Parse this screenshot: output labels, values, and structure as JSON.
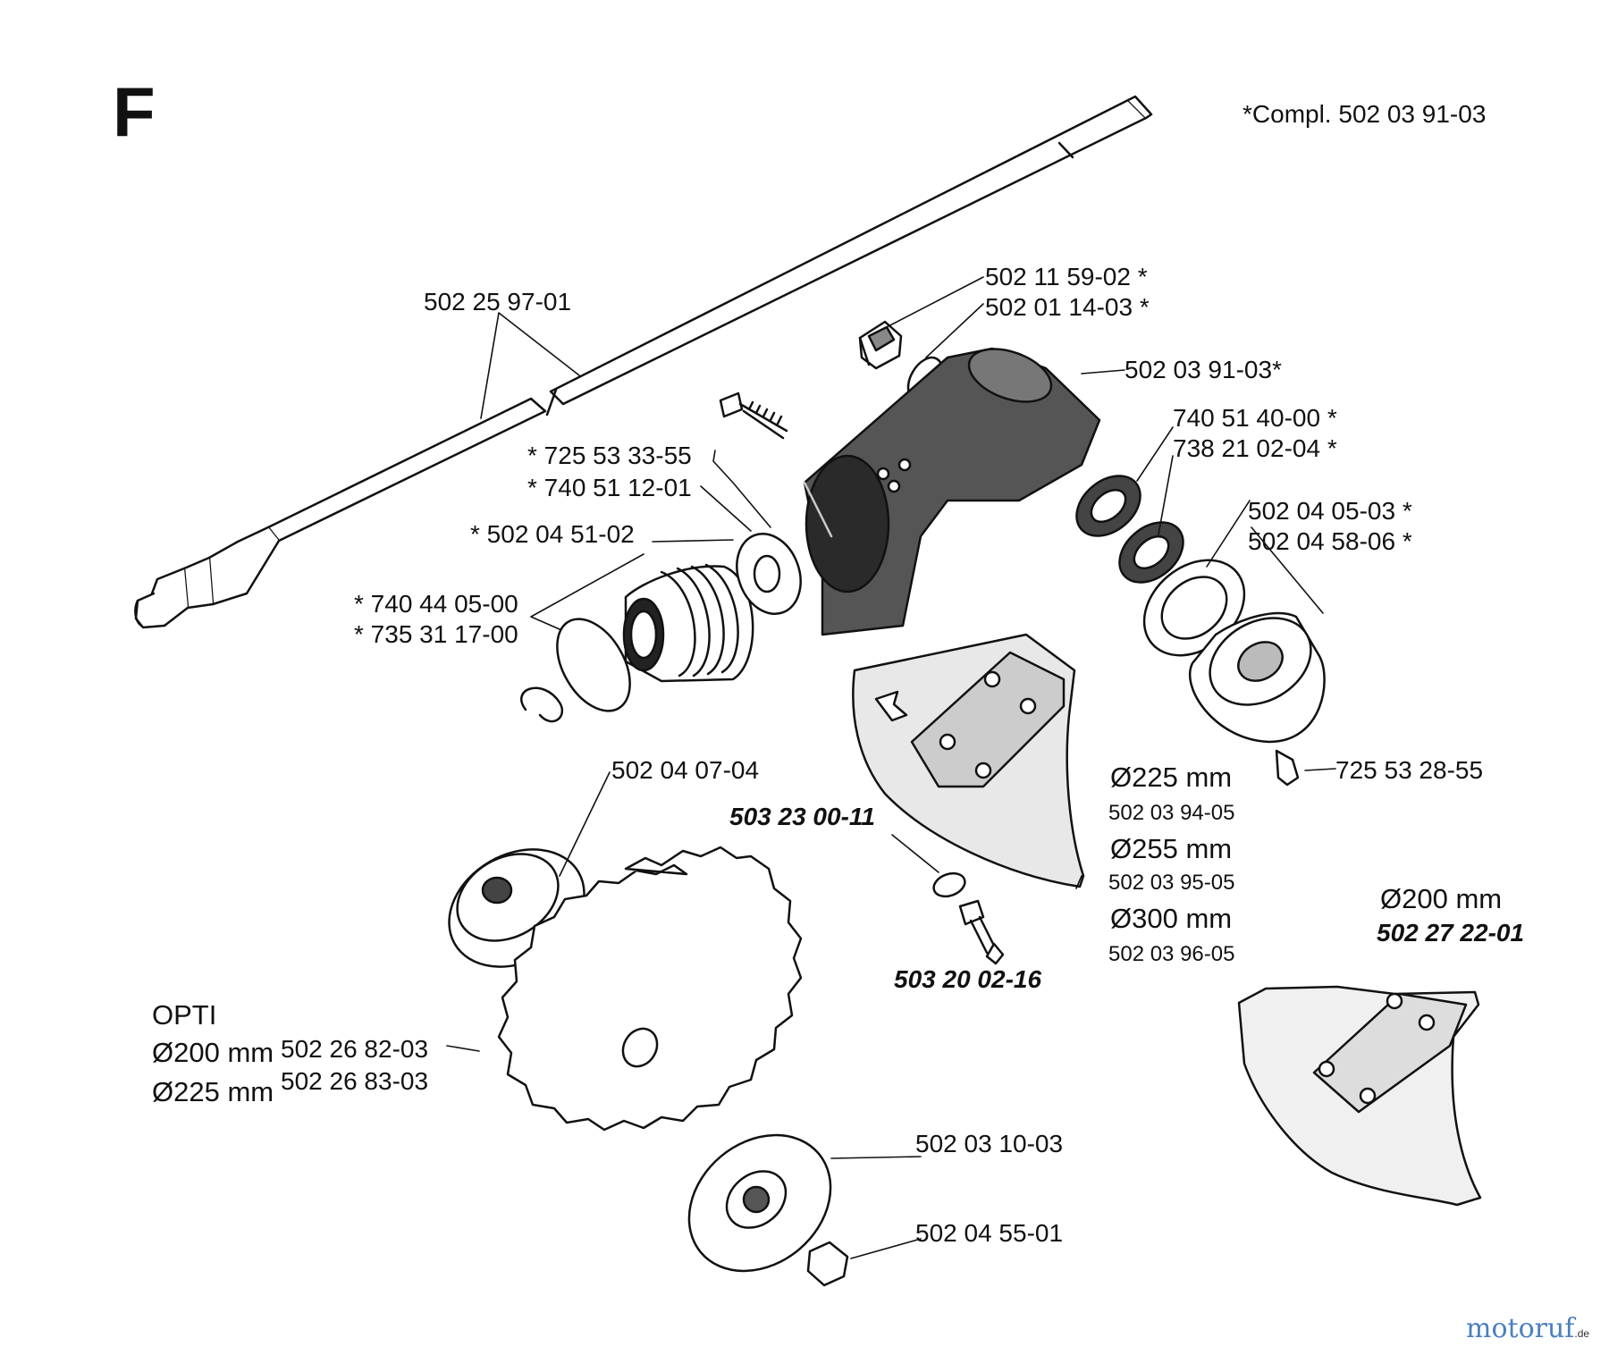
{
  "section": "F",
  "complete_note": "*Compl. 502 03 91-03",
  "parts": {
    "shaft": "502 25 97-01",
    "plug": "502 11 59-02 *",
    "o_ring_top": "502 01 14-03 *",
    "gear_housing": "502 03 91-03*",
    "bearing_1": "740 51 40-00 *",
    "bearing_2": "738 21 02-04 *",
    "screw_left": "* 725 53 33-55",
    "bearing_left": "* 740 51 12-01",
    "sleeve": "* 502 04 51-02",
    "retaining_ring_1": "* 740 44 05-00",
    "retaining_ring_2": "* 735 31 17-00",
    "flange_washer": "502 04 05-03 *",
    "flange": "502 04 58-06 *",
    "screw_right": "725 53 28-55",
    "support_cup": "502 04 07-04",
    "washer_bold": "503 23 00-11",
    "screw_bold": "503 20 02-16",
    "guard_225_label": "Ø225 mm",
    "guard_225_part": "502 03 94-05",
    "guard_255_label": "Ø255 mm",
    "guard_255_part": "502 03 95-05",
    "guard_300_label": "Ø300 mm",
    "guard_300_part": "502 03 96-05",
    "guard_200_label": "Ø200 mm",
    "guard_200_part": "502 27 22-01",
    "opti_label": "OPTI",
    "blade_200_label": "Ø200 mm",
    "blade_200_part": "502 26 82-03",
    "blade_225_label": "Ø225 mm",
    "blade_225_part": "502 26 83-03",
    "thrust_washer": "502 03 10-03",
    "nut": "502 04 55-01"
  },
  "watermark": {
    "main": "motoruf",
    "suffix": ".de"
  }
}
